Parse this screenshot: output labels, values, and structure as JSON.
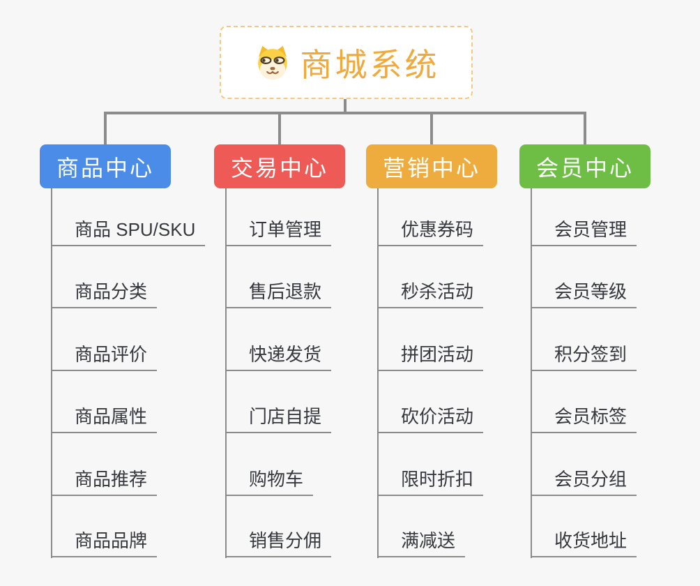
{
  "root": {
    "title": "商城系统",
    "icon": "shiba-dog-icon",
    "text_color": "#f2a93c",
    "border_color": "#f6c77d",
    "background": "#ffffff"
  },
  "palette": {
    "canvas_background": "#f7f7f7",
    "connector_gray": "#8c8c8c",
    "leaf_text": "#36383e"
  },
  "branches": [
    {
      "label": "商品中心",
      "color": "#4a8ce8",
      "items": [
        "商品 SPU/SKU",
        "商品分类",
        "商品评价",
        "商品属性",
        "商品推荐",
        "商品品牌"
      ]
    },
    {
      "label": "交易中心",
      "color": "#ee5b56",
      "items": [
        "订单管理",
        "售后退款",
        "快递发货",
        "门店自提",
        "购物车",
        "销售分佣"
      ]
    },
    {
      "label": "营销中心",
      "color": "#efac3e",
      "items": [
        "优惠券码",
        "秒杀活动",
        "拼团活动",
        "砍价活动",
        "限时折扣",
        "满减送"
      ]
    },
    {
      "label": "会员中心",
      "color": "#6ebe45",
      "items": [
        "会员管理",
        "会员等级",
        "积分签到",
        "会员标签",
        "会员分组",
        "收货地址"
      ]
    }
  ]
}
